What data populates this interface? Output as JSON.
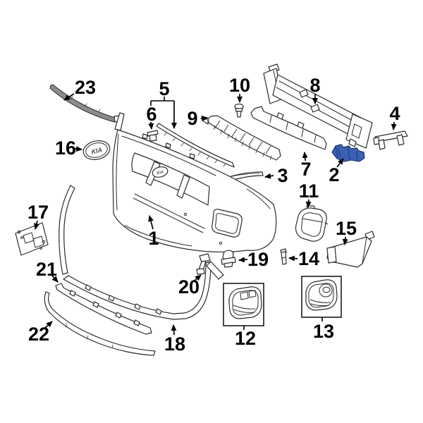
{
  "diagram": {
    "emblem_text": "KIA",
    "grille_logo_text": "KIA",
    "colors": {
      "background": "#ffffff",
      "line": "#2b2b2b",
      "label": "#000000",
      "highlight_fill": "#3a61b4",
      "highlight_stroke": "#1b3570"
    },
    "highlighted_part_number": "2"
  },
  "callouts": [
    {
      "number": "1"
    },
    {
      "number": "2",
      "highlighted": true
    },
    {
      "number": "3"
    },
    {
      "number": "4"
    },
    {
      "number": "5"
    },
    {
      "number": "6"
    },
    {
      "number": "7"
    },
    {
      "number": "8"
    },
    {
      "number": "9"
    },
    {
      "number": "10"
    },
    {
      "number": "11"
    },
    {
      "number": "12"
    },
    {
      "number": "13"
    },
    {
      "number": "14"
    },
    {
      "number": "15"
    },
    {
      "number": "16"
    },
    {
      "number": "17"
    },
    {
      "number": "18"
    },
    {
      "number": "19"
    },
    {
      "number": "20"
    },
    {
      "number": "21"
    },
    {
      "number": "22"
    },
    {
      "number": "23"
    }
  ]
}
